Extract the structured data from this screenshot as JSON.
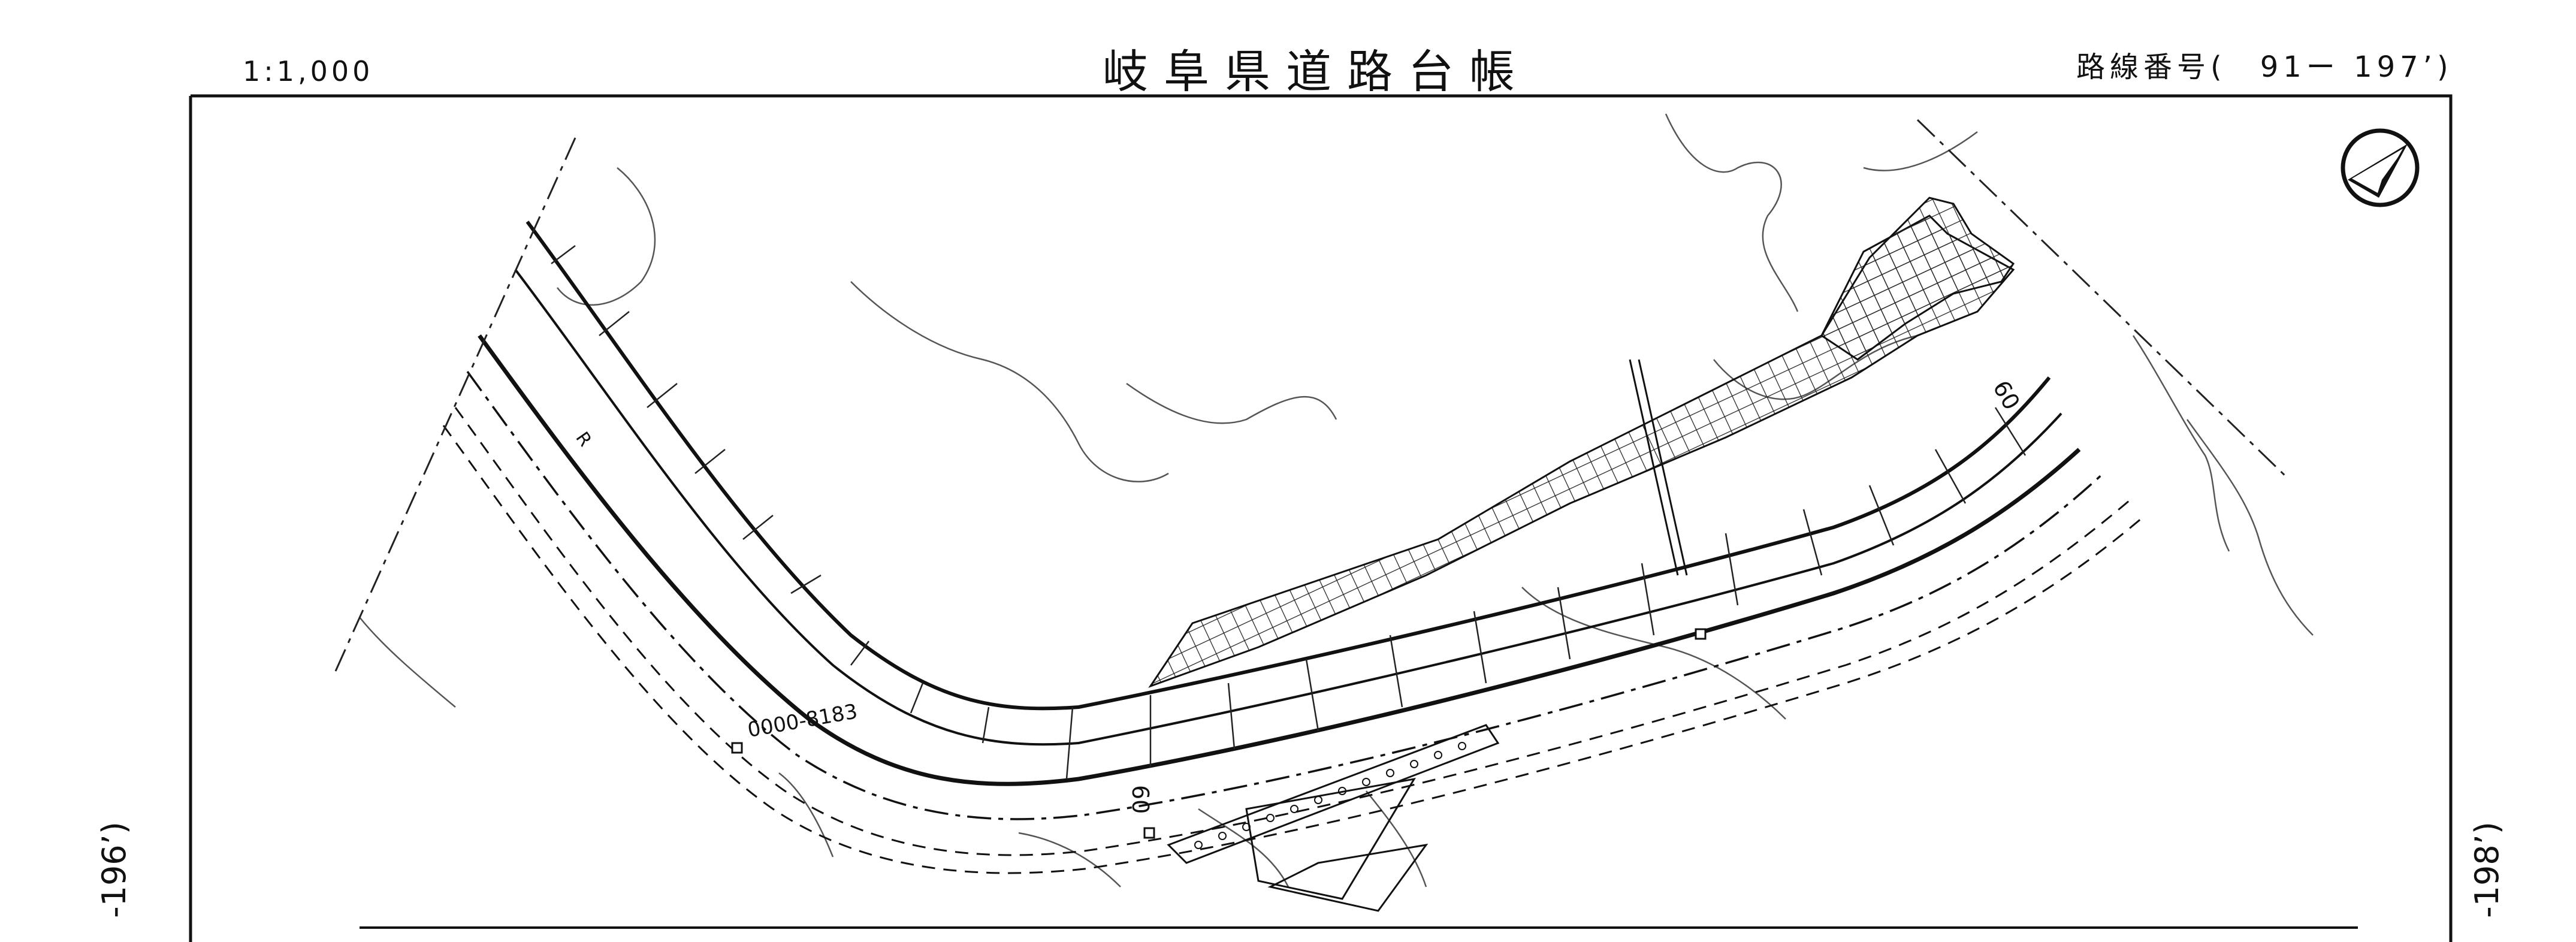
{
  "header": {
    "scale": "1:1,000",
    "title": "岐阜県道路台帳",
    "route_number": "路線番号(　91ー 197’)"
  },
  "adjacent_sheets": {
    "left": "-196’)",
    "right": "-198’)"
  },
  "map_labels": {
    "chainage_0": "0000-8183",
    "dist_60_a": "60",
    "dist_60_b": "60",
    "road_marker": "R"
  },
  "icons": {
    "north_arrow": "north-arrow-icon"
  }
}
